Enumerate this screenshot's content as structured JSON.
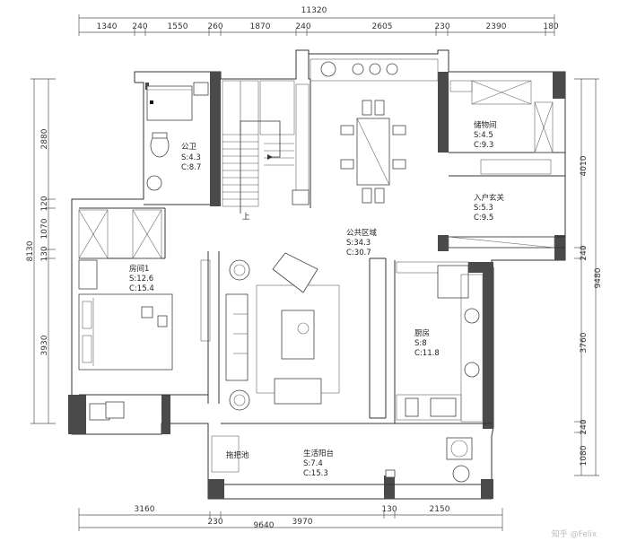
{
  "dimensions": {
    "top_total": "11320",
    "top_segments": [
      "1340",
      "240",
      "1550",
      "260",
      "1870",
      "240",
      "2605",
      "230",
      "2390",
      "180"
    ],
    "bottom_segments": [
      "3160",
      "230",
      "3970",
      "130",
      "2150"
    ],
    "bottom_total": "9640",
    "left_segments": [
      "2880",
      "120",
      "1070",
      "130",
      "3930"
    ],
    "left_total": "8130",
    "right_segments": [
      "4010",
      "240",
      "3760",
      "240",
      "1080"
    ],
    "right_total": "9480"
  },
  "rooms": {
    "bathroom": {
      "name": "公卫",
      "s": "S:4.3",
      "c": "C:8.7"
    },
    "storage": {
      "name": "储物间",
      "s": "S:4.5",
      "c": "C:9.3"
    },
    "entrance": {
      "name": "入户玄关",
      "s": "S:5.3",
      "c": "C:9.5"
    },
    "public": {
      "name": "公共区域",
      "s": "S:34.3",
      "c": "C:30.7"
    },
    "bedroom": {
      "name": "房间1",
      "s": "S:12.6",
      "c": "C:15.4"
    },
    "kitchen": {
      "name": "厨房",
      "s": "S:8",
      "c": "C:11.8"
    },
    "balcony": {
      "name": "生活阳台",
      "s": "S:7.4",
      "c": "C:15.3"
    },
    "mop_sink": {
      "name": "拖把池"
    }
  },
  "stair_label": "上",
  "watermark": "知乎 @Felix"
}
